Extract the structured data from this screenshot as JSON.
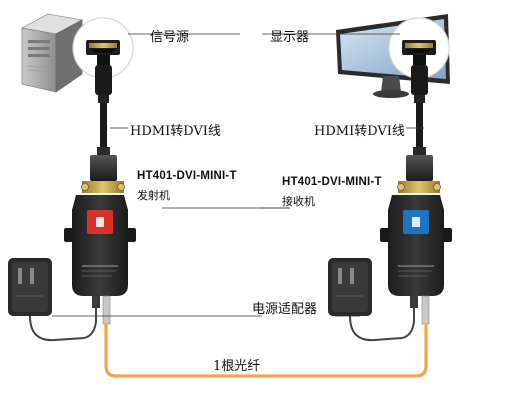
{
  "labels": {
    "source": "信号源",
    "display": "显示器",
    "cable_left": "HDMI转DVI线",
    "cable_right": "HDMI转DVI线",
    "tx_model": "HT401-DVI-MINI-T",
    "tx_role": "发射机",
    "rx_model": "HT401-DVI-MINI-T",
    "rx_role": "接收机",
    "power_adapter": "电源适配器",
    "fiber": "1根光纤"
  },
  "colors": {
    "fiber": "#f2a54a",
    "tx_accent": "#d8322c",
    "rx_accent": "#1e74c4",
    "device_body": "#262626",
    "leader_line": "#333333"
  },
  "icons": [
    "pc-tower-icon",
    "monitor-icon",
    "hdmi-port-icon",
    "power-adapter-icon",
    "fiber-cable"
  ]
}
